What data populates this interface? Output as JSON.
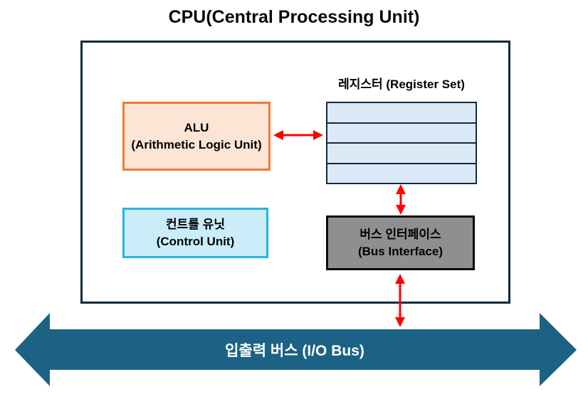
{
  "title": "CPU(Central Processing Unit)",
  "cpu": {
    "alu": {
      "line1": "ALU",
      "line2": "(Arithmetic Logic Unit)"
    },
    "control_unit": {
      "line1": "컨트롤 유닛",
      "line2": "(Control Unit)"
    },
    "register_set": {
      "label": "레지스터 (Register Set)",
      "rows": 4
    },
    "bus_interface": {
      "line1": "버스 인터페이스",
      "line2": "(Bus Interface)"
    }
  },
  "io_bus": {
    "label": "입출력 버스 (I/O Bus)"
  },
  "connectors": [
    "alu-register-horizontal-double-arrow",
    "register-businterface-vertical-double-arrow",
    "businterface-iobus-vertical-double-arrow"
  ],
  "colors": {
    "cpu-border": "#0f2a3a",
    "alu-fill": "#fce5d5",
    "alu-border": "#ed7d31",
    "control-fill": "#cbecf9",
    "control-border": "#2ab1e3",
    "register-fill": "#dbe8f6",
    "register-border": "#132b3d",
    "busif-fill": "#8f8f8f",
    "busif-border": "#0a0a0a",
    "arrow-red": "#ff0000",
    "iobus-fill": "#1c6285"
  }
}
